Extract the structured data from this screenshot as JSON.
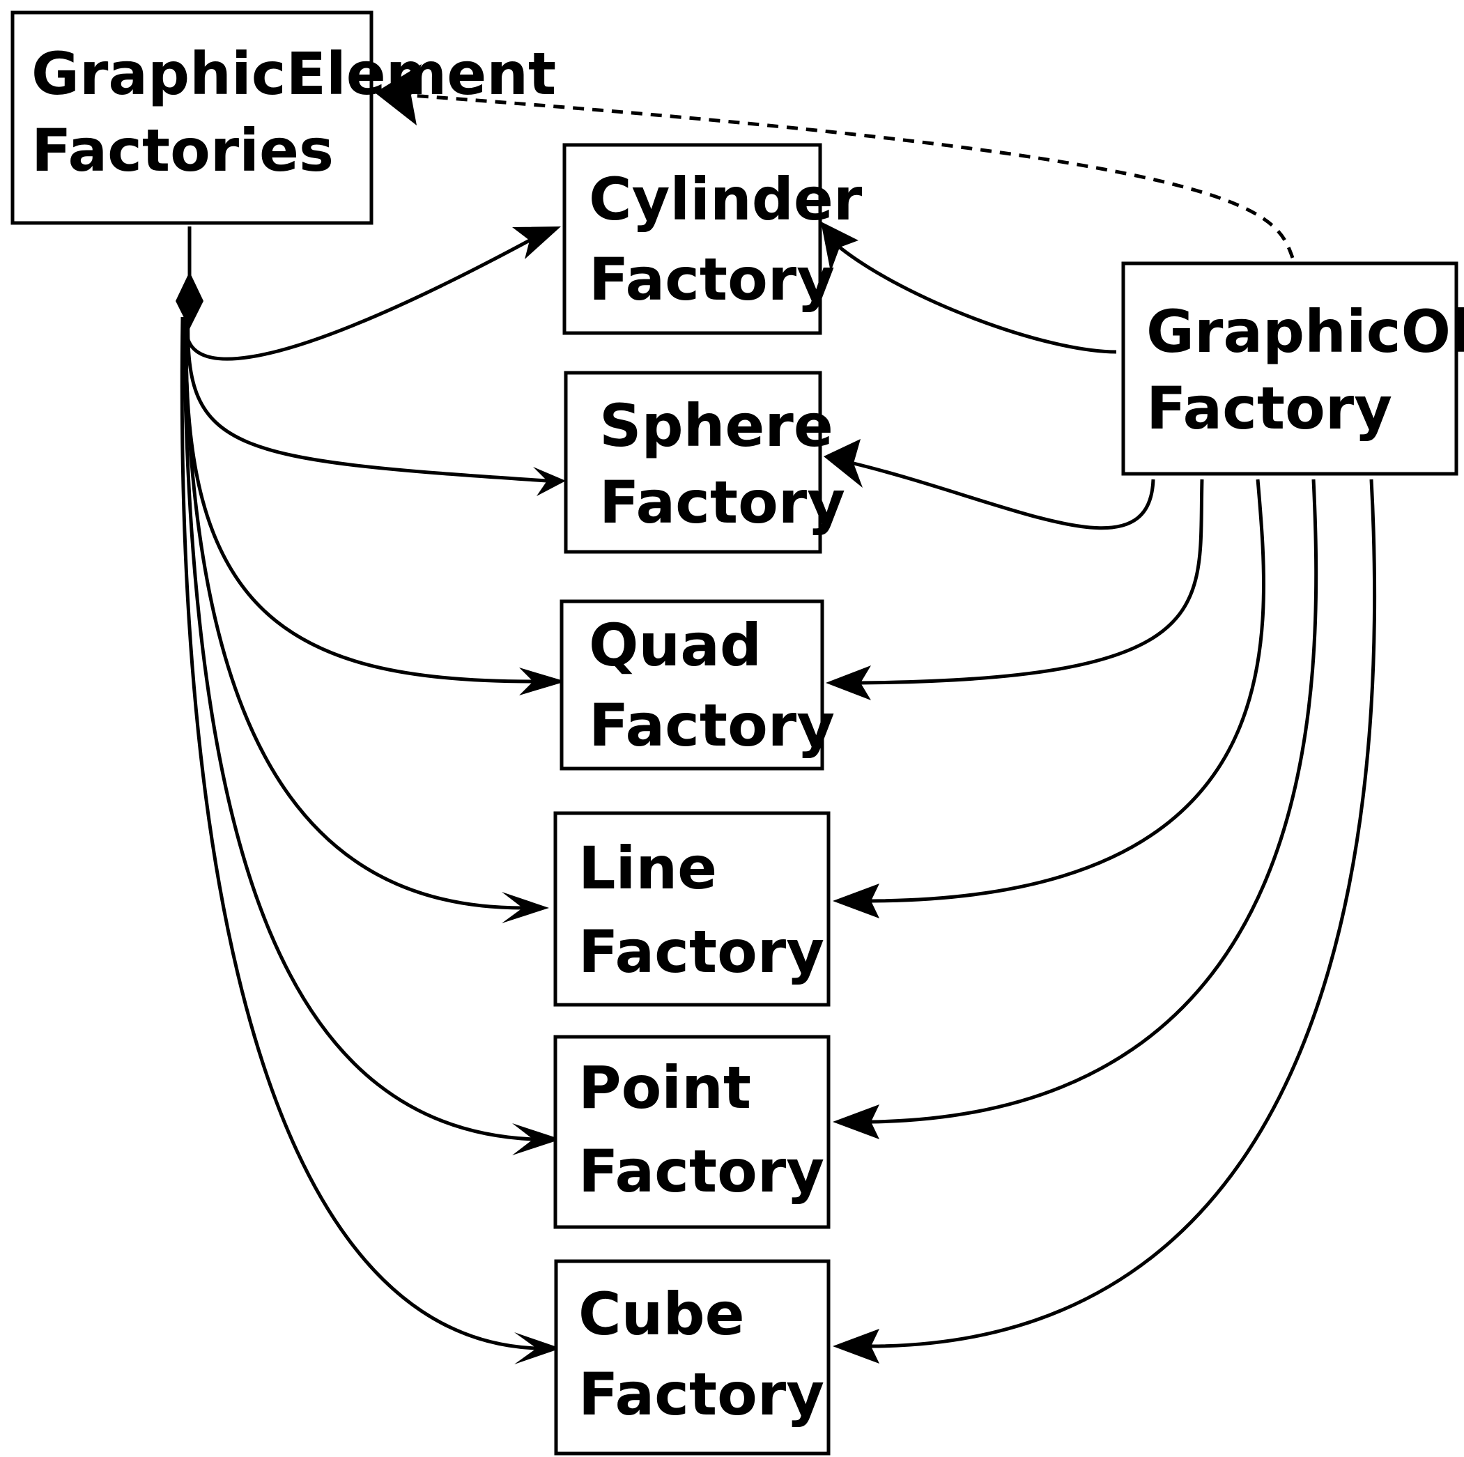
{
  "colors": {
    "stroke": "#000000",
    "background": "#ffffff"
  },
  "nodes": {
    "graphic_element_factories": {
      "line1": "GraphicElement",
      "line2": "Factories"
    },
    "cylinder_factory": {
      "line1": "Cylinder",
      "line2": "Factory"
    },
    "sphere_factory": {
      "line1": "Sphere",
      "line2": "Factory"
    },
    "quad_factory": {
      "line1": "Quad",
      "line2": "Factory"
    },
    "line_factory": {
      "line1": "Line",
      "line2": "Factory"
    },
    "point_factory": {
      "line1": "Point",
      "line2": "Factory"
    },
    "cube_factory": {
      "line1": "Cube",
      "line2": "Factory"
    },
    "graphic_object_factory": {
      "line1": "GraphicObject",
      "line2": "Factory"
    }
  }
}
